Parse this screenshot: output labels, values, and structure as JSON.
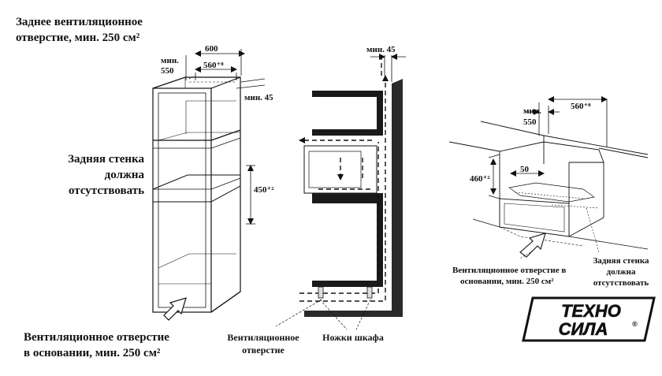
{
  "left": {
    "rear_vent_line1": "Заднее вентиляционное",
    "rear_vent_line2": "отверстие, мин. 250 см²",
    "dim_width": "600",
    "dim_min": "мин.",
    "dim_min_value": "550",
    "dim_inner": "560⁺⁸",
    "dim_depth": "мин. 45",
    "dim_height": "450⁺²",
    "no_wall_line1": "Задняя стенка",
    "no_wall_line2": "должна",
    "no_wall_line3": "отсутствовать",
    "base_vent_line1": "Вентиляционное отверстие",
    "base_vent_line2": "в основании, мин. 250 см²"
  },
  "middle": {
    "dim_top": "мин. 45",
    "vent_label_line1": "Вентиляционное",
    "vent_label_line2": "отверстие",
    "legs_label": "Ножки шкафа"
  },
  "right": {
    "dim_min": "мин.",
    "dim_min_value": "550",
    "dim_inner": "560⁺⁸",
    "dim_height": "460⁺²",
    "dim_50": "50",
    "base_vent_line1": "Вентиляционное отверстие в",
    "base_vent_line2": "основании, мин. 250 см²",
    "no_wall_line1": "Задняя стенка",
    "no_wall_line2": "должна",
    "no_wall_line3": "отсутствовать"
  },
  "logo": {
    "line1": "ТЕХНО",
    "line2": "СИЛА",
    "mark": "®"
  }
}
